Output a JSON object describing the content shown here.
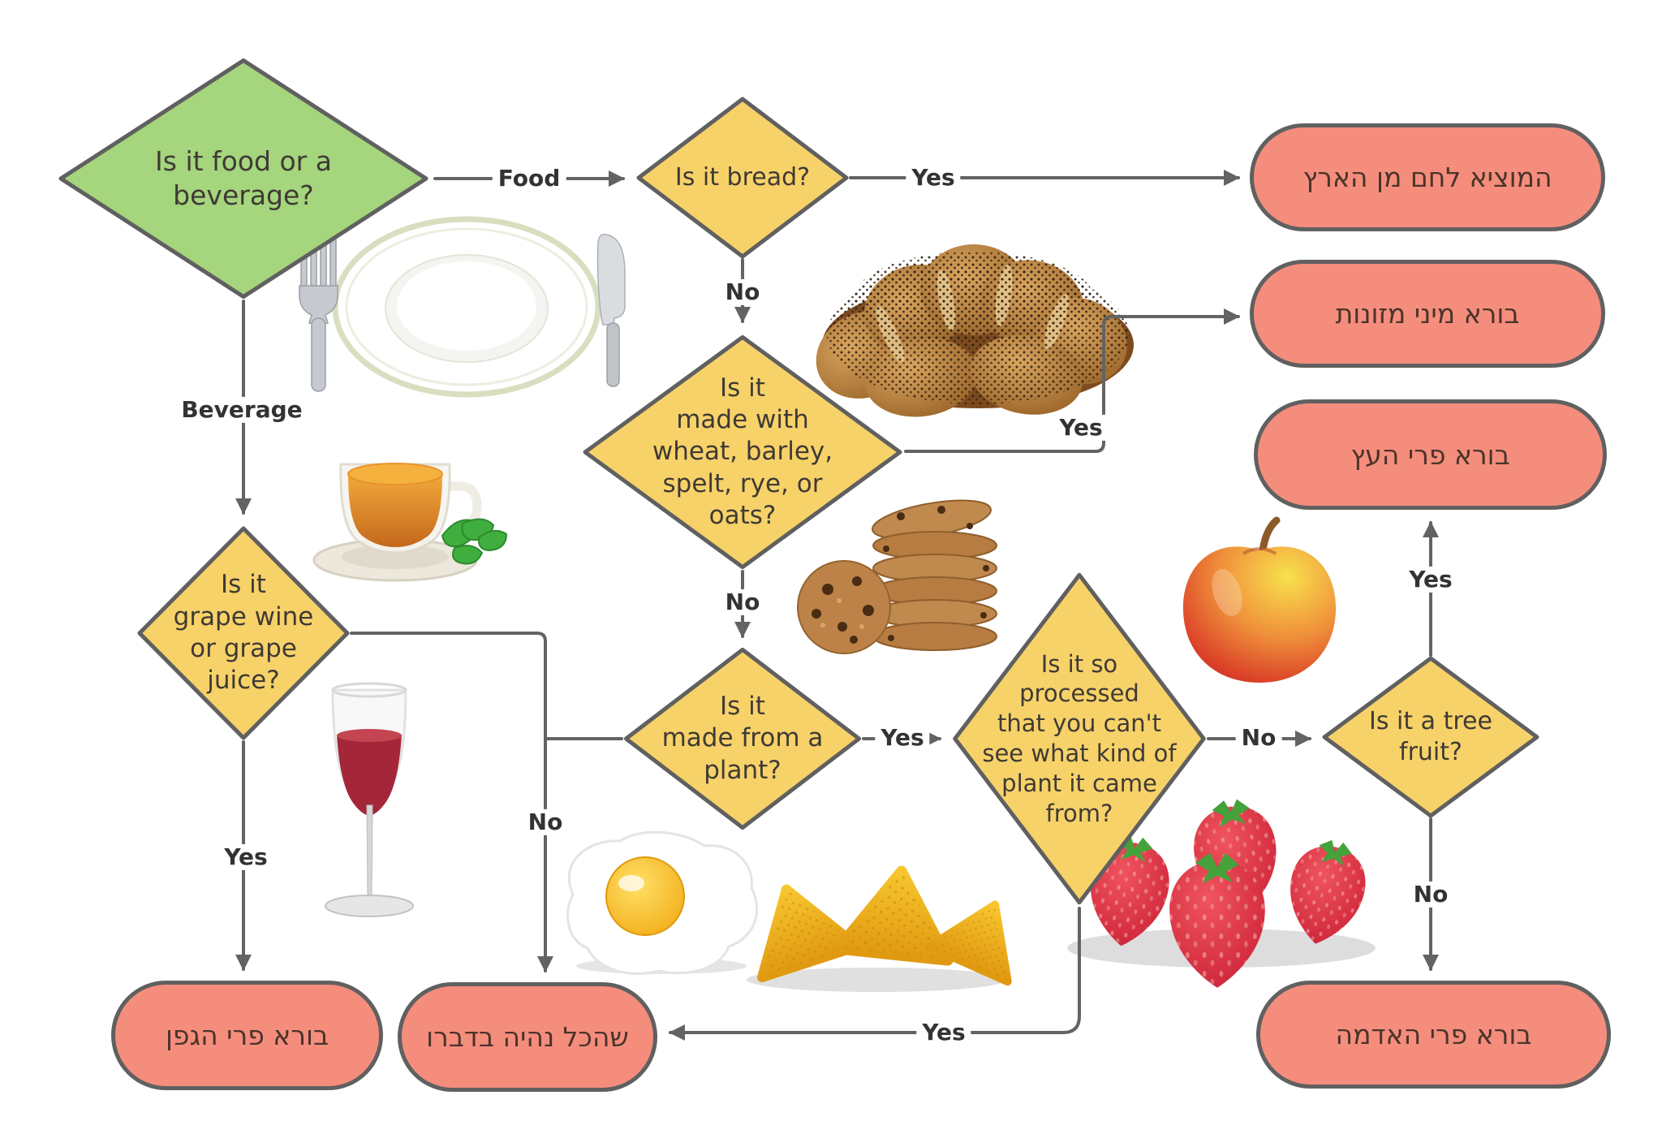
{
  "colors": {
    "background": "#ffffff",
    "diamond_yellow": "#f7d269",
    "diamond_green": "#a5d57c",
    "result_salmon": "#f58d7d",
    "outline_gray": "#606060",
    "connector_gray": "#636363",
    "question_text": "#3f3a35",
    "hebrew_text": "#4a342a",
    "edge_label_text": "#333333"
  },
  "nodes": {
    "q_food_or_beverage": {
      "label": "Is it food or a\nbeverage?",
      "type": "start-decision"
    },
    "q_bread": {
      "label": "Is it bread?",
      "type": "decision"
    },
    "q_grains": {
      "label": "Is it\nmade with\nwheat, barley,\nspelt, rye, or\noats?",
      "type": "decision"
    },
    "q_grape": {
      "label": "Is it\ngrape wine\nor grape\njuice?",
      "type": "decision"
    },
    "q_plant": {
      "label": "Is it\nmade from a\nplant?",
      "type": "decision"
    },
    "q_processed": {
      "label": "Is it so\nprocessed\nthat you can't\nsee what kind of\nplant it came\nfrom?",
      "type": "decision"
    },
    "q_tree_fruit": {
      "label": "Is it a tree\nfruit?",
      "type": "decision"
    },
    "r_hamotzi": {
      "label": "המוציא לחם מן הארץ",
      "type": "result"
    },
    "r_mezonot": {
      "label": "בורא מיני מזונות",
      "type": "result"
    },
    "r_haetz": {
      "label": "בורא פרי העץ",
      "type": "result"
    },
    "r_hagafen": {
      "label": "בורא פרי הגפן",
      "type": "result"
    },
    "r_shehakol": {
      "label": "שהכל נהיה בדברו",
      "type": "result"
    },
    "r_haadama": {
      "label": "בורא פרי האדמה",
      "type": "result"
    }
  },
  "edges": {
    "food": "Food",
    "beverage": "Beverage",
    "bread_yes": "Yes",
    "bread_no": "No",
    "grains_yes": "Yes",
    "grains_no": "No",
    "grape_yes": "Yes",
    "not_plant_no": "No",
    "plant_yes": "Yes",
    "processed_yes": "Yes",
    "processed_no": "No",
    "tree_yes": "Yes",
    "tree_no": "No"
  },
  "images": {
    "place_setting": "empty plate with fork and knife",
    "challah": "braided challah bread with poppy seeds",
    "tea": "glass cup of tea with mint leaves",
    "wine": "glass of red wine",
    "cookies": "stack of chocolate chip cookies",
    "apple": "red and yellow apple",
    "strawberries": "strawberries",
    "chips": "tortilla chips",
    "egg": "fried egg"
  }
}
